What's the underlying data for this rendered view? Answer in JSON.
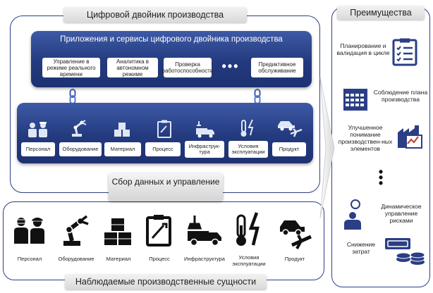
{
  "diagram": {
    "main_title": "Цифровой двойник производства",
    "apps_title": "Приложения и сервисы цифрового двойника производства",
    "apps": [
      "Управление в режиме реального времени",
      "Аналитика в автономном режиме",
      "Проверка работоспособности",
      "Предиктивное обслуживание"
    ],
    "apps_dots": "•••",
    "entities": [
      {
        "label": "Персонал",
        "icon": "workers-icon"
      },
      {
        "label": "Оборудование",
        "icon": "robot-arm-icon"
      },
      {
        "label": "Материал",
        "icon": "boxes-icon"
      },
      {
        "label": "Процесс",
        "icon": "clipboard-icon"
      },
      {
        "label": "Инфраструк-тура",
        "icon": "truck-icon"
      },
      {
        "label": "Условия эксплуатации",
        "icon": "thermometer-lightning-icon"
      },
      {
        "label": "Продукт",
        "icon": "car-plane-icon"
      }
    ],
    "collect_label": "Сбор данных и управление",
    "observed_title": "Наблюдаемые производственные сущности",
    "observed": [
      {
        "label": "Персонал",
        "icon": "workers-icon"
      },
      {
        "label": "Оборудование",
        "icon": "robot-arm-icon"
      },
      {
        "label": "Материал",
        "icon": "boxes-icon"
      },
      {
        "label": "Процесс",
        "icon": "clipboard-icon"
      },
      {
        "label": "Инфраструктура",
        "icon": "truck-icon"
      },
      {
        "label": "Условия эксплуатации",
        "icon": "thermometer-lightning-icon"
      },
      {
        "label": "Продукт",
        "icon": "car-plane-icon"
      }
    ],
    "advantages_title": "Преимущества",
    "advantages": [
      {
        "label": "Планирование и валидация в цикле",
        "icon": "checklist-icon"
      },
      {
        "label": "Соблюдение плана производства",
        "icon": "calendar-icon"
      },
      {
        "label": "Улучшенное понимание производствен-ных элементов",
        "icon": "factory-chart-icon"
      },
      {
        "label": "Динамическое управление рисками",
        "icon": "person-idea-icon"
      },
      {
        "label": "Снижение затрат",
        "icon": "money-icon"
      }
    ],
    "advantages_dots": "•\n•\n•"
  },
  "colors": {
    "frame_border": "#2d3f86",
    "panel_blue": "#233a7e",
    "chain_blue": "#3a5ab8"
  }
}
